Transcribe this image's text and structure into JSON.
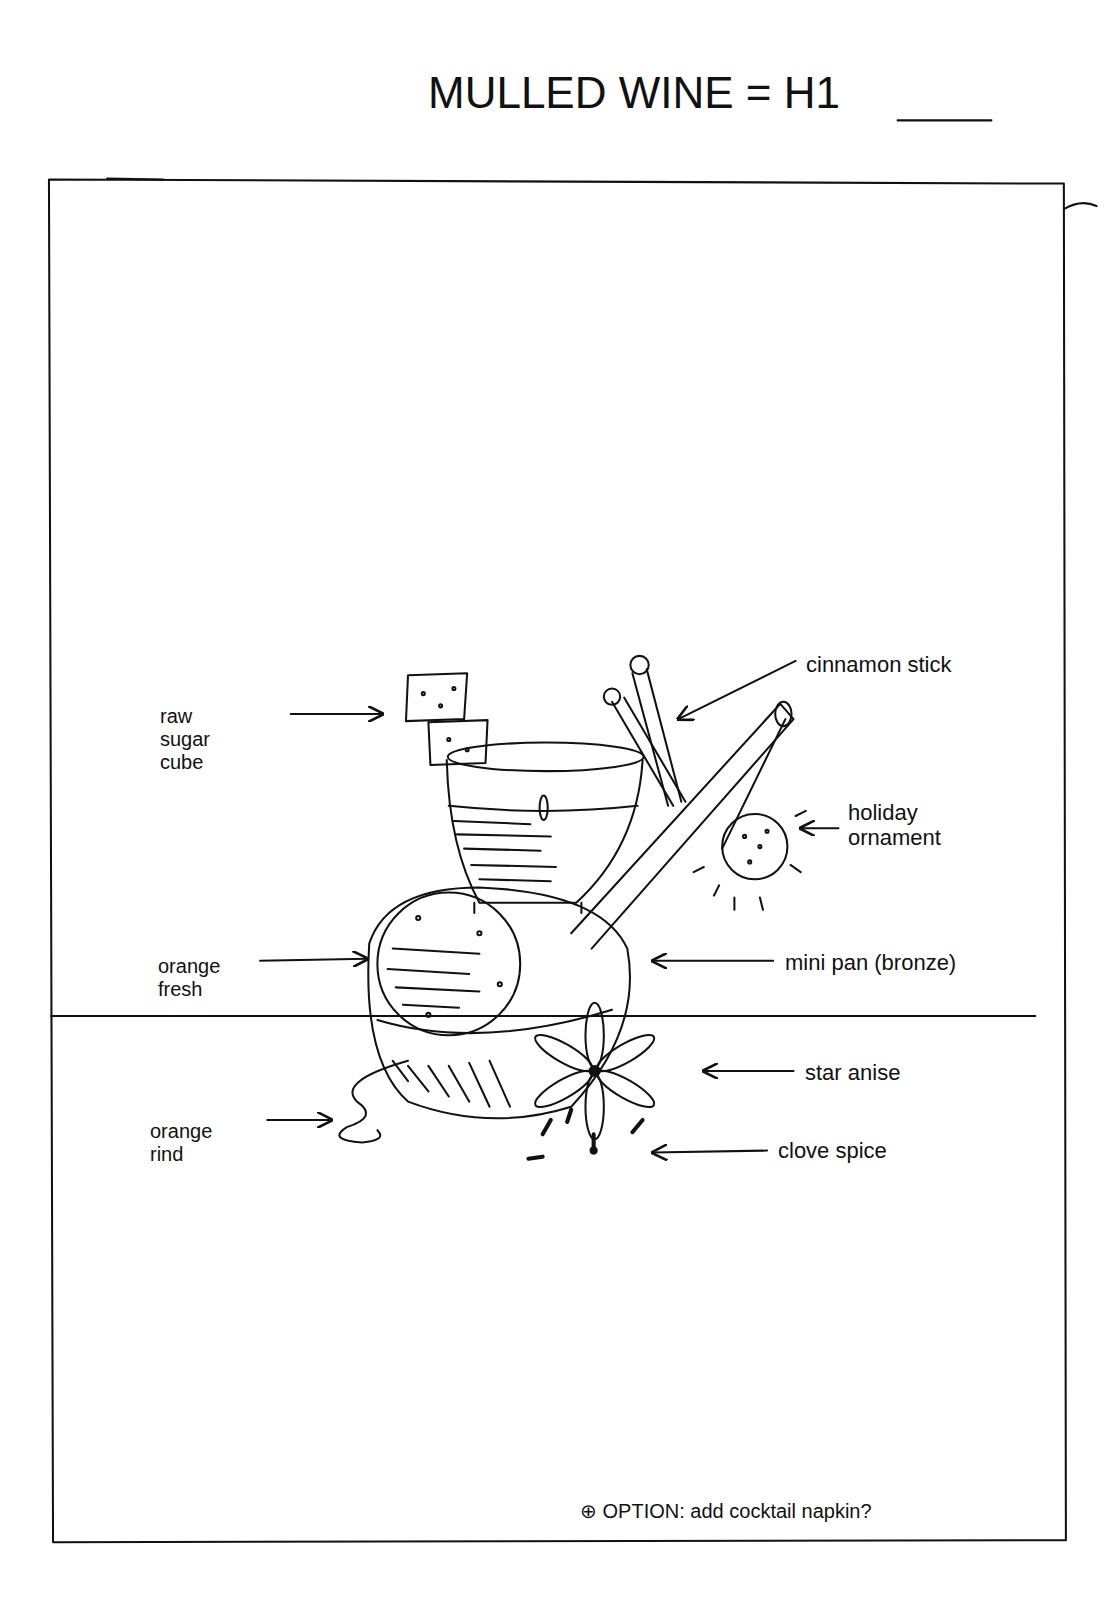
{
  "diagram": {
    "title": "MULLED WINE = H1",
    "labels": [
      "raw sugar cube",
      "cinnamon stick",
      "holiday ornament",
      "orange fresh",
      "mini pan (bronze)",
      "star anise",
      "orange rind",
      "clove spice",
      "⊕ OPTION: add cocktail napkin?"
    ]
  }
}
